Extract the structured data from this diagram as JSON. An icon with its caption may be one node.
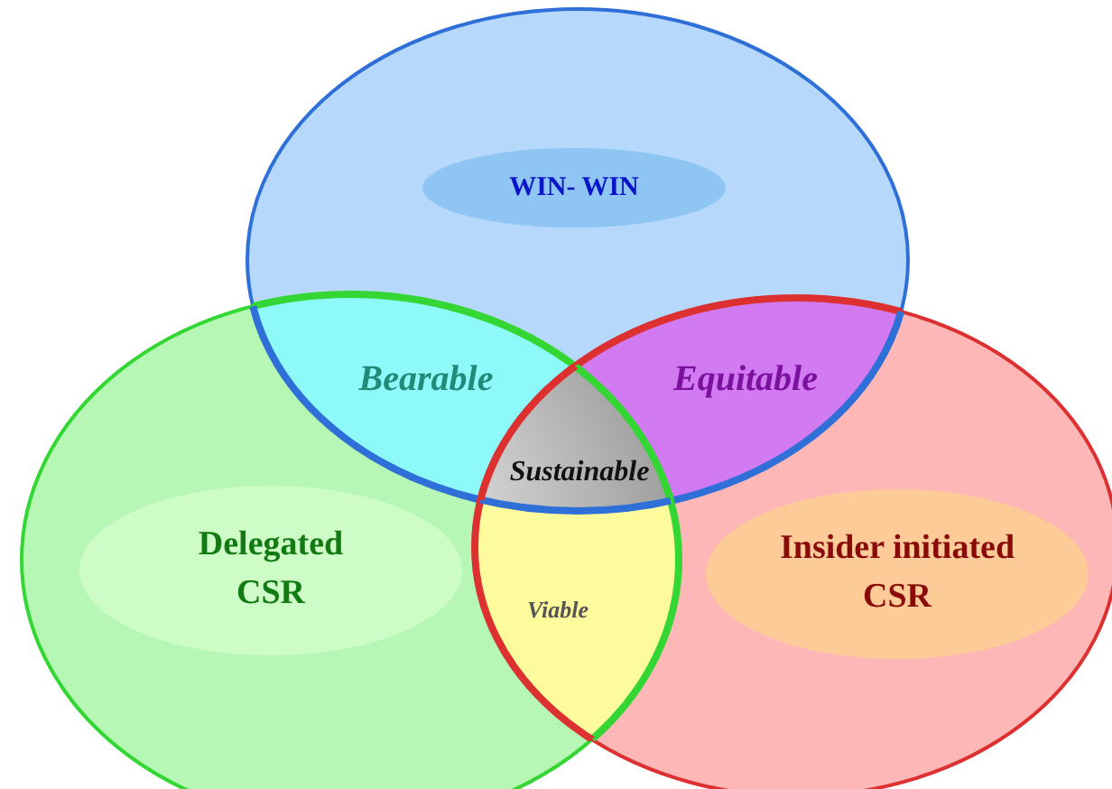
{
  "diagram": {
    "nodes": [
      {
        "text": [],
        "shape": "circle"
      },
      {
        "text": [
          "WIN- WIN"
        ],
        "in": 0
      },
      {
        "text": [],
        "shape": "circle"
      },
      {
        "text": [
          "Delegated CSR"
        ],
        "in": 2
      },
      {
        "text": [],
        "shape": "circle"
      },
      {
        "text": [
          "Insider initiated CSR"
        ],
        "in": 4
      }
    ],
    "labels": [
      "Bearable",
      "Equitable",
      "Sustainable",
      "Viable"
    ]
  }
}
